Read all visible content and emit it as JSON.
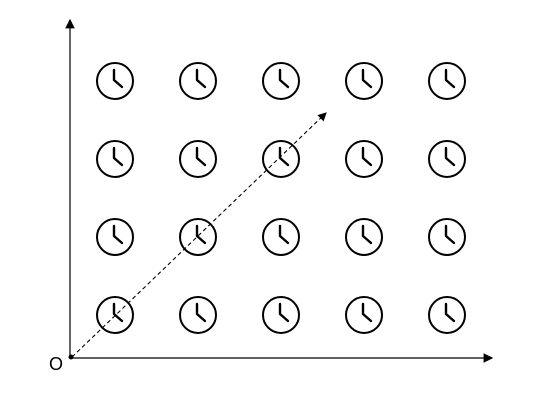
{
  "diagram": {
    "origin_label": "O",
    "grid": {
      "rows": 4,
      "columns": 5
    },
    "clock_icon": "clock-icon",
    "trajectory": {
      "style": "dashed",
      "direction": "diagonal-up-right"
    },
    "colors": {
      "ink": "#000000",
      "background": "#ffffff"
    }
  }
}
